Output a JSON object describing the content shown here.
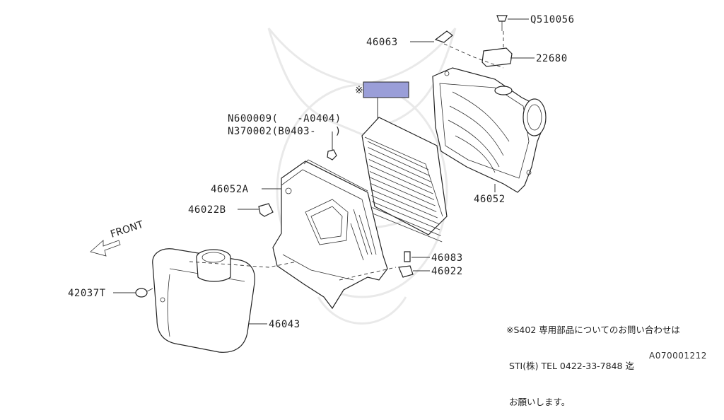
{
  "parts": {
    "p46063": "46063",
    "q510056": "Q510056",
    "p22680": "22680",
    "asterisk": "※",
    "n600009": "N600009(   -A0404)",
    "n370002": "N370002(B0403-   )",
    "p46052A": "46052A",
    "p46022B": "46022B",
    "p46052": "46052",
    "p46083": "46083",
    "p46022": "46022",
    "p42037T": "42037T",
    "p46043": "46043",
    "front": "FRONT"
  },
  "note": {
    "line1": "※S402 専用部品についてのお問い合わせは",
    "line2": " STI(株) TEL 0422-33-7848 迄",
    "line3": " お願いします。"
  },
  "doc_id": "A070001212",
  "colors": {
    "highlight": "#9a9ed8",
    "line": "#222222"
  }
}
